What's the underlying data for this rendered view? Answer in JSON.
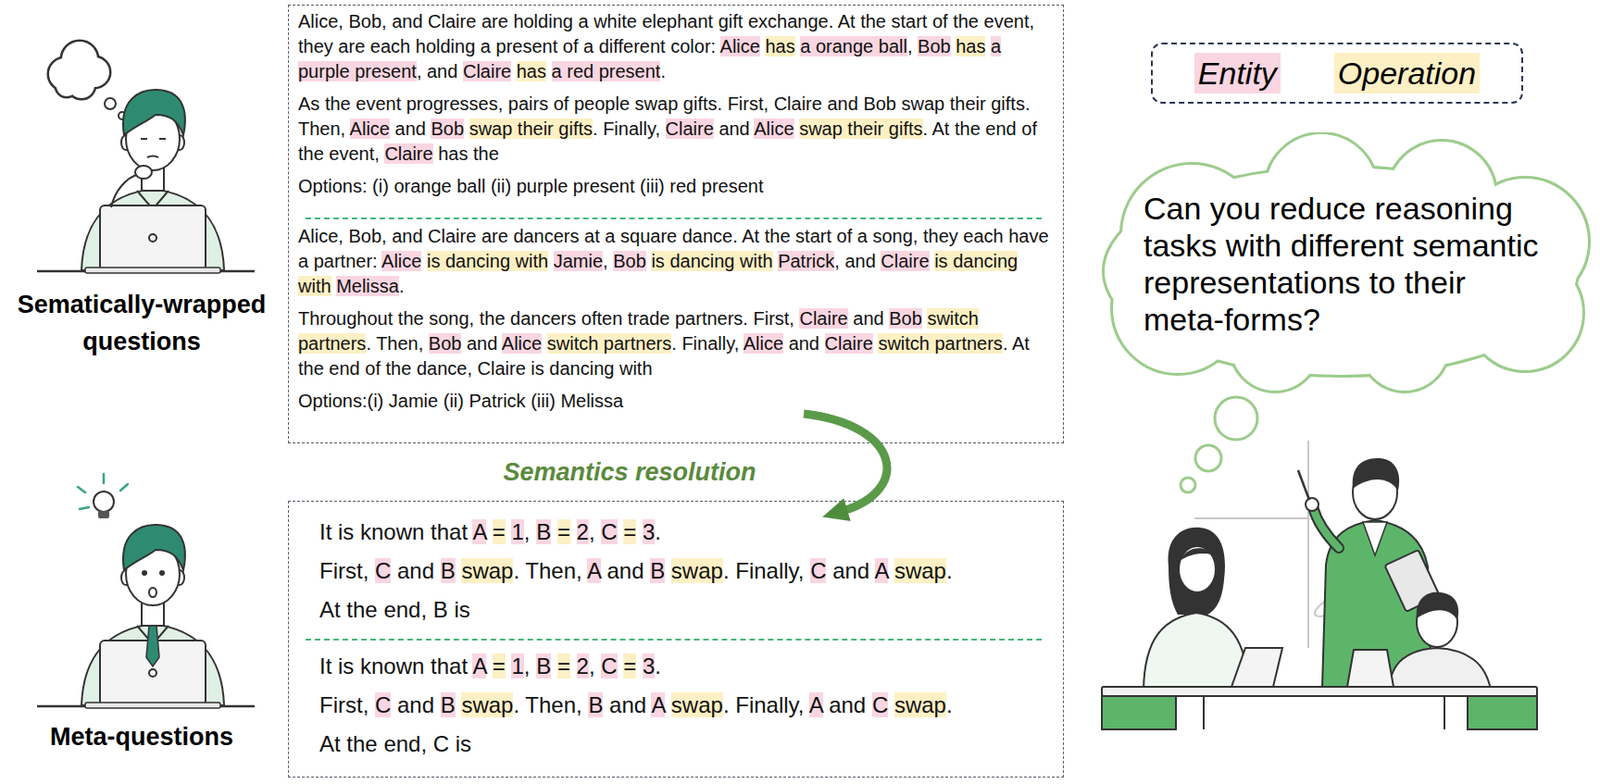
{
  "diagram": {
    "nodes": [
      {
        "text": [
          "Alice, Bob, and Claire are holding a white elephant gift exchange. At the start of the event, they are each holding a present of a different color: Alice has a orange ball, Bob has a purple present, and Claire has a red present.",
          "As the event progresses, pairs of people swap gifts. First, Claire and Bob swap their gifts. Then, Alice and Bob swap their gifts. Finally, Claire and Alice swap their gifts. At the end of the event, Claire has the",
          "Options: (i) orange ball (ii) purple present (iii) red present"
        ]
      },
      {
        "text": [
          "Alice, Bob, and Claire are dancers at a square dance. At the start of a song, they each have a partner: Alice is dancing with Jamie, Bob is dancing with Patrick, and Claire is dancing with Melissa.",
          "Throughout the song, the dancers often trade partners. First, Claire and Bob switch partners. Then, Bob and Alice switch partners. Finally, Alice and Claire switch partners. At the end of the dance, Claire is dancing with",
          "Options:(i) Jamie (ii) Patrick (iii) Melissa"
        ]
      },
      {
        "text": [
          "It is known that A = 1, B = 2, C = 3.",
          "First, C and B swap. Then, A and B swap. Finally, C and A swap.",
          "At the end, B is"
        ]
      },
      {
        "text": [
          "It is known that A = 1, B = 2, C = 3.",
          "First, C and B swap. Then, B and A swap. Finally, A and C swap.",
          "At the end, C is"
        ]
      },
      {
        "text": [
          "Can you reduce reasoning tasks with different semantic representations to their meta-forms?"
        ]
      }
    ],
    "edges": [
      {
        "from": 1,
        "to": 2,
        "arrow": "to"
      }
    ],
    "labels": [
      "Sematically-wrapped questions",
      "Semantics resolution",
      "Meta-questions"
    ],
    "legend": [
      {
        "text": "Entity",
        "color": "#f9d6e1"
      },
      {
        "text": "Operation",
        "color": "#fdf0c4"
      }
    ]
  }
}
